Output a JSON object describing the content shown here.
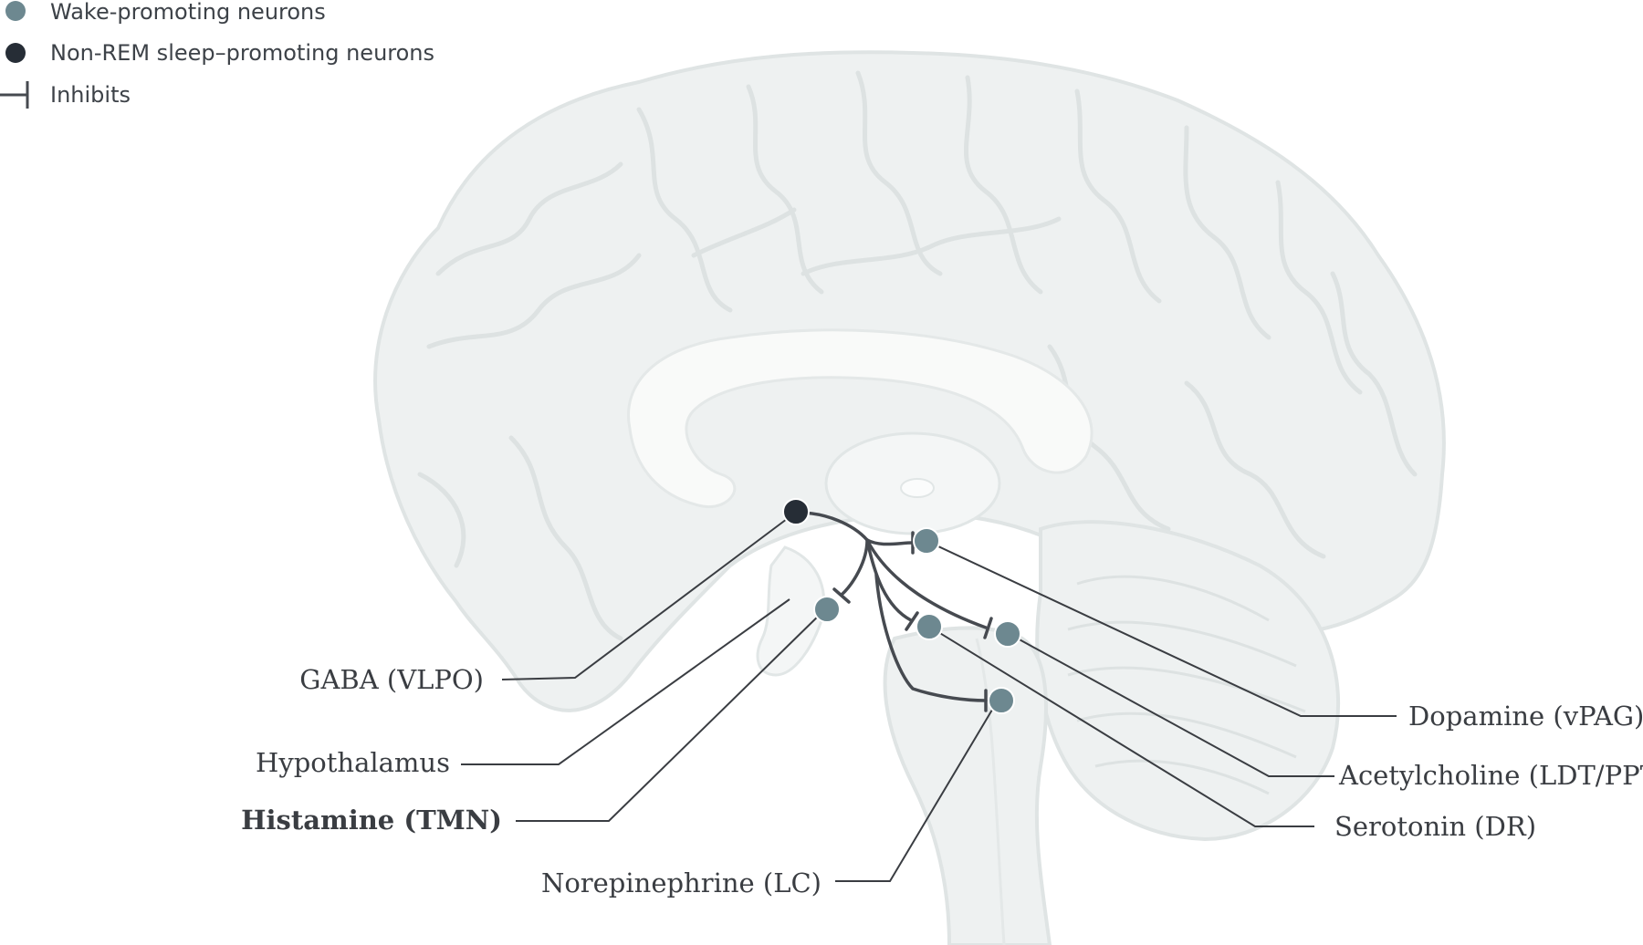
{
  "legend": {
    "wake": "Wake-promoting neurons",
    "nonrem": "Non-REM sleep–promoting neurons",
    "inhibits": "Inhibits"
  },
  "labels": {
    "gaba": "GABA (VLPO)",
    "hypothalamus": "Hypothalamus",
    "histamine": "Histamine (TMN)",
    "norepinephrine": "Norepinephrine (LC)",
    "dopamine": "Dopamine (vPAG)",
    "acetylcholine": "Acetylcholine (LDT/PPT)",
    "serotonin": "Serotonin (DR)"
  },
  "colors": {
    "wake_neuron": "#6d8890",
    "sleep_neuron": "#262d36",
    "brain_fill": "#eef1f1",
    "brain_outline": "#dfe4e4",
    "white_matter": "#f9faf9"
  }
}
